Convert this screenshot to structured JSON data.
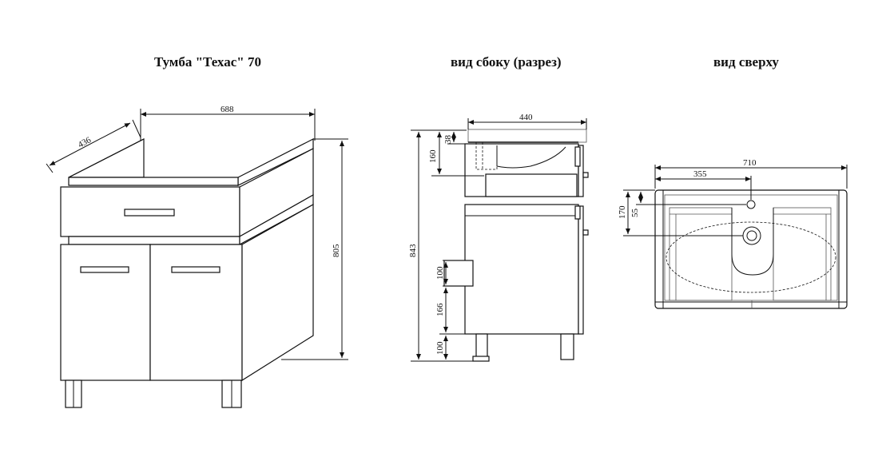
{
  "titles": {
    "front": "Тумба \"Техас\" 70",
    "side": "вид сбоку (разрез)",
    "top": "вид сверху"
  },
  "dimensions": {
    "front_width": "688",
    "front_depth": "436",
    "front_height": "805",
    "side_depth": "440",
    "side_height_total": "843",
    "side_top_160": "160",
    "side_top_38": "38",
    "side_100_upper": "100",
    "side_166": "166",
    "side_100_lower": "100",
    "top_width": "710",
    "top_355": "355",
    "top_170": "170",
    "top_55": "55"
  }
}
